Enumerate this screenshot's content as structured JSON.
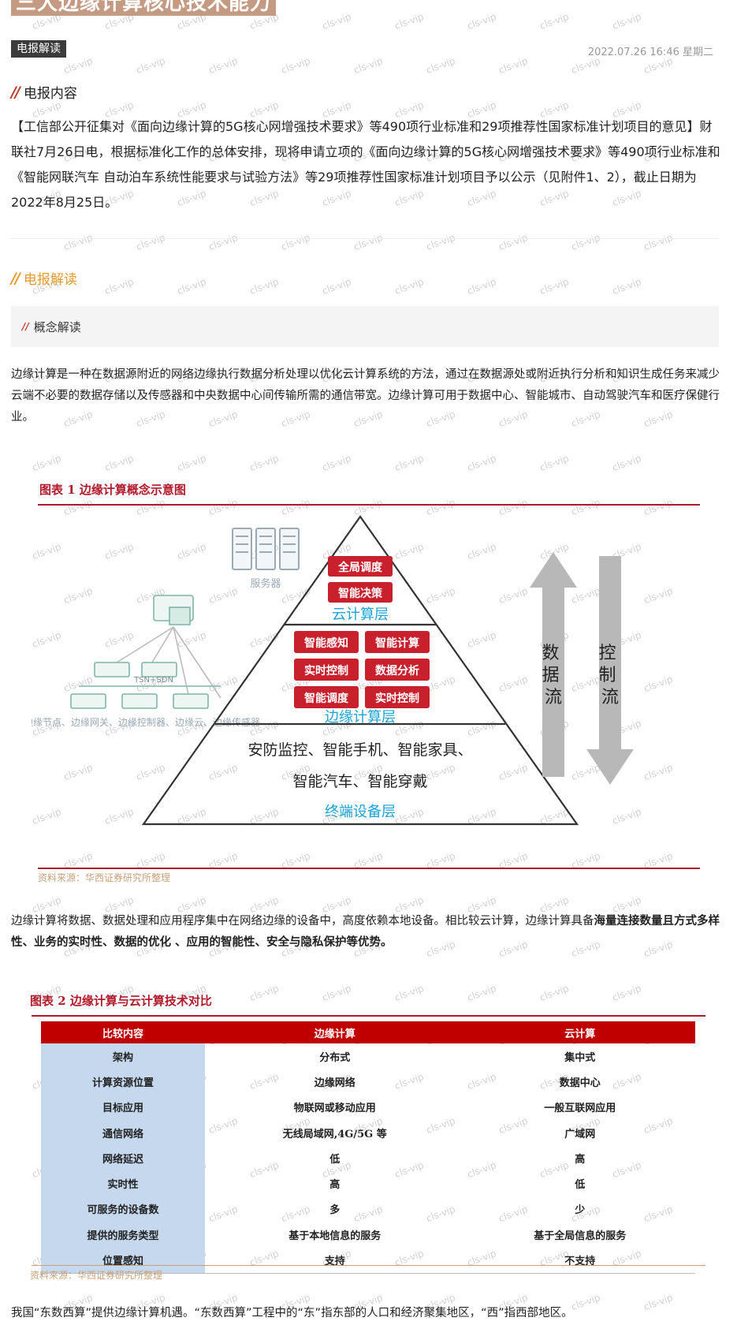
{
  "header": {
    "title": "三大边缘计算核心技术能力",
    "tag": "电报解读",
    "datetime": "2022.07.26 16:46 星期二",
    "watermark": "cls-vip"
  },
  "section1": {
    "heading": "电报内容",
    "text": "【工信部公开征集对《面向边缘计算的5G核心网增强技术要求》等490项行业标准和29项推荐性国家标准计划项目的意见】财联社7月26日电，根据标准化工作的总体安排，现将申请立项的《面向边缘计算的5G核心网增强技术要求》等490项行业标准和《智能网联汽车 自动泊车系统性能要求与试验方法》等29项推荐性国家标准计划项目予以公示（见附件1、2），截止日期为2022年8月25日。"
  },
  "section2": {
    "heading": "电报解读",
    "subheading": "概念解读",
    "text": "边缘计算是一种在数据源附近的网络边缘执行数据分析处理以优化云计算系统的方法，通过在数据源处或附近执行分析和知识生成任务来减少云端不必要的数据存储以及传感器和中央数据中心间传输所需的通信带宽。边缘计算可用于数据中心、智能城市、自动驾驶汽车和医疗保健行业。"
  },
  "figure1": {
    "title": "图表 1  边缘计算概念示意图",
    "server_label": "服务器",
    "edge_devices_label": "边缘节点、边缘网关、边缘控制器、边缘云、边缘传感器",
    "tsn_label": "TSN+SDN",
    "cloud_layer": {
      "label": "云计算层",
      "items": [
        "全局调度",
        "智能决策"
      ]
    },
    "edge_layer": {
      "label": "边缘计算层",
      "items": [
        "智能感知",
        "智能计算",
        "实时控制",
        "数据分析",
        "智能调度",
        "实时控制"
      ]
    },
    "device_layer": {
      "label": "终端设备层",
      "line1": "安防监控、智能手机、智能家具、",
      "line2": "智能汽车、智能穿戴"
    },
    "up_arrow_label": "数据流",
    "down_arrow_label": "控制流",
    "source": "资料来源：华西证券研究所整理",
    "colors": {
      "red": "#c8202c",
      "blue": "#1aa3d9",
      "gray": "#b8b8b8"
    }
  },
  "para3": {
    "text_normal": "边缘计算将数据、数据处理和应用程序集中在网络边缘的设备中，高度依赖本地设备。相比较云计算，边缘计算具备",
    "text_bold": "海量连接数量且方式多样性、业务的实时性、数据的优化 、应用的智能性、安全与隐私保护等优势。"
  },
  "figure2": {
    "title": "图表 2   边缘计算与云计算技术对比",
    "headers": [
      "比较内容",
      "边缘计算",
      "云计算"
    ],
    "rows": [
      [
        "架构",
        "分布式",
        "集中式"
      ],
      [
        "计算资源位置",
        "边缘网络",
        "数据中心"
      ],
      [
        "目标应用",
        "物联网或移动应用",
        "一般互联网应用"
      ],
      [
        "通信网络",
        "无线局域网,4G/5G 等",
        "广域网"
      ],
      [
        "网络延迟",
        "低",
        "高"
      ],
      [
        "实时性",
        "高",
        "低"
      ],
      [
        "可服务的设备数",
        "多",
        "少"
      ],
      [
        "提供的服务类型",
        "基于本地信息的服务",
        "基于全局信息的服务"
      ],
      [
        "位置感知",
        "支持",
        "不支持"
      ]
    ],
    "source": "资料来源：华西证券研究所整理"
  },
  "footer_text": "我国“东数西算”提供边缘计算机遇。“东数西算”工程中的“东”指东部的人口和经济聚集地区，“西”指西部地区。"
}
